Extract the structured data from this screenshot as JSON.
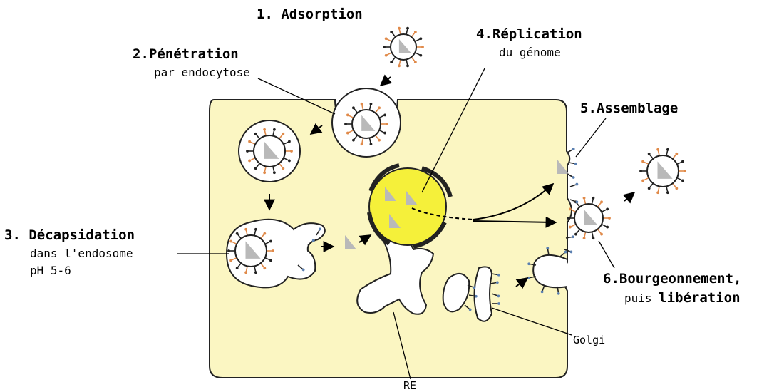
{
  "steps": {
    "adsorption": {
      "title": "1. Adsorption"
    },
    "penetration": {
      "title": "2.Pénétration",
      "sub": "par endocytose"
    },
    "decapsidation": {
      "title": "3. Décapsidation",
      "sub1": "dans l'endosome",
      "sub2": "pH 5-6"
    },
    "replication": {
      "title": "4.Réplication",
      "sub": "du génome"
    },
    "assemblage": {
      "title": "5.Assemblage"
    },
    "bourgeonnement": {
      "title": "6.Bourgeonnement,",
      "sub_prefix": "puis ",
      "sub_bold": "libération"
    }
  },
  "organelles": {
    "golgi": "Golgi",
    "re": "RE"
  },
  "colors": {
    "cytoplasm": "#fbf6c2",
    "nucleus": "#f5f03a",
    "membrane": "#222222",
    "spike_orange": "#e08a4a",
    "spike_blue": "#5a7fb0",
    "capsid": "#b9b9b9"
  }
}
